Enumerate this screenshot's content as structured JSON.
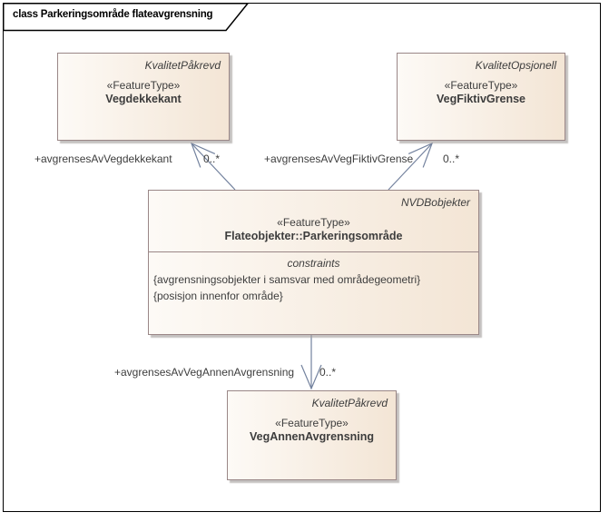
{
  "frame": {
    "title": "class Parkeringsområde flateavgrensning"
  },
  "classes": {
    "vegdekkekant": {
      "tag": "KvalitetPåkrevd",
      "stereotype": "«FeatureType»",
      "name": "Vegdekkekant"
    },
    "vegFiktivGrense": {
      "tag": "KvalitetOpsjonell",
      "stereotype": "«FeatureType»",
      "name": "VegFiktivGrense"
    },
    "parkeringsomrade": {
      "tag": "NVDBobjekter",
      "stereotype": "«FeatureType»",
      "name": "Flateobjekter::Parkeringsområde",
      "constraints_title": "constraints",
      "constraints": {
        "c1": "{avgrensningsobjekter i samsvar med områdegeometri}",
        "c2": "{posisjon innenfor område}"
      }
    },
    "vegAnnenAvgrensning": {
      "tag": "KvalitetPåkrevd",
      "stereotype": "«FeatureType»",
      "name": "VegAnnenAvgrensning"
    }
  },
  "associations": {
    "vegdekkekant": {
      "role": "+avgrensesAvVegdekkekant",
      "multiplicity": "0..*"
    },
    "vegFiktivGrense": {
      "role": "+avgrensesAvVegFiktivGrense",
      "multiplicity": "0..*"
    },
    "vegAnnenAvgrensning": {
      "role": "+avgrensesAvVegAnnenAvgrensning",
      "multiplicity": "0..*"
    }
  },
  "colors": {
    "box_fill_light": "#fdfaf6",
    "box_fill_dark": "#f3e5d5",
    "box_border": "#9a8787",
    "connector": "#73829e",
    "frame_border": "#000000",
    "text": "#3d3d3d"
  }
}
